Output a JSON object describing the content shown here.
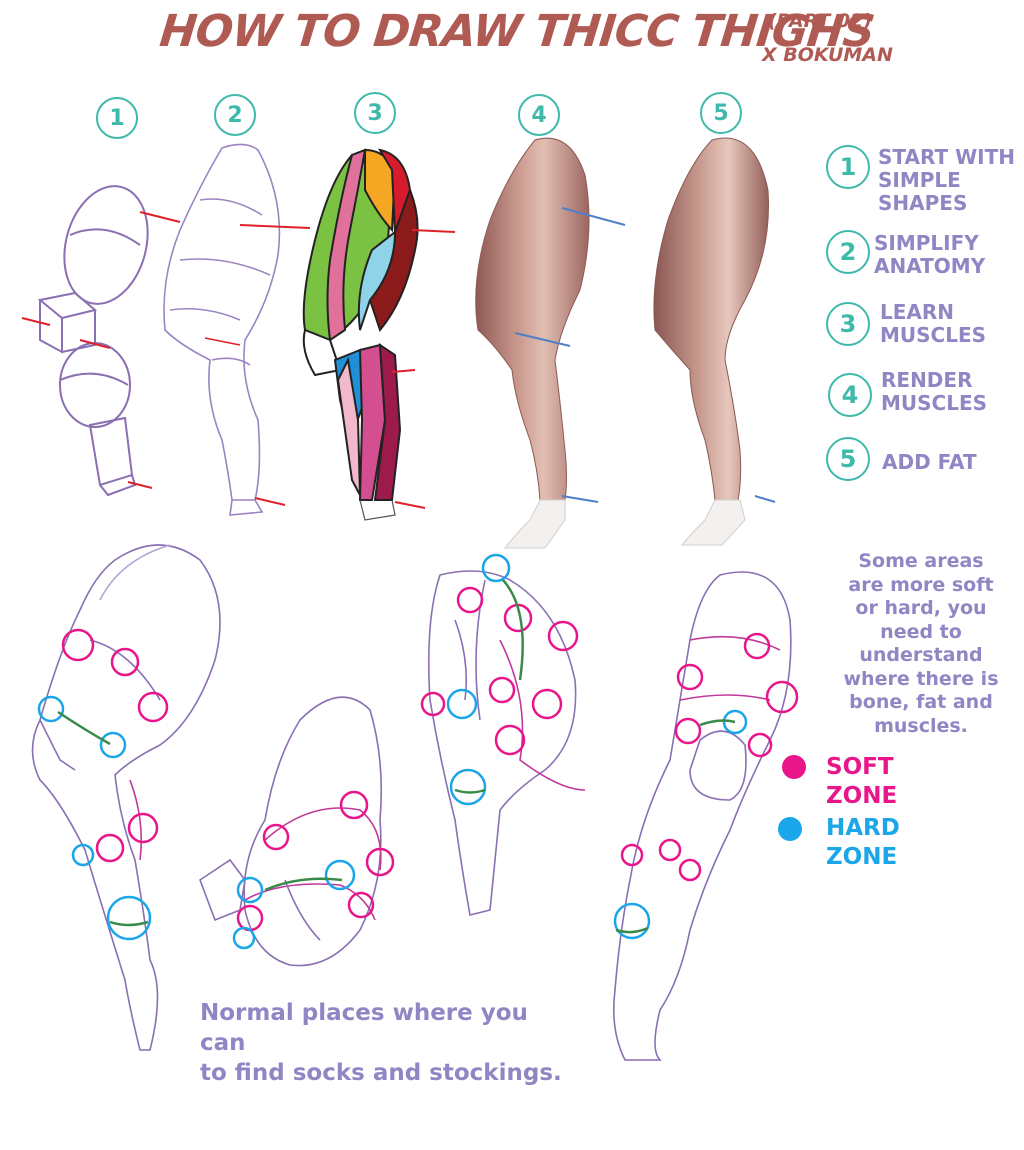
{
  "header": {
    "title": "HOW TO DRAW THICC THIGHS",
    "part": "(PART 02)",
    "author": "X BOKUMAN"
  },
  "top_numbers": [
    "1",
    "2",
    "3",
    "4",
    "5"
  ],
  "steps": [
    {
      "number": "1",
      "label": "START WITH\nSIMPLE\nSHAPES"
    },
    {
      "number": "2",
      "label": "SIMPLIFY\nANATOMY"
    },
    {
      "number": "3",
      "label": "LEARN\nMUSCLES"
    },
    {
      "number": "4",
      "label": "RENDER\nMUSCLES"
    },
    {
      "number": "5",
      "label": "ADD FAT"
    }
  ],
  "note": "Some areas\nare more soft\nor hard, you\nneed to\nunderstand\nwhere there is\nbone, fat and\nmuscles.",
  "legend": [
    {
      "label": "SOFT\nZONE",
      "color": "#e8168a"
    },
    {
      "label": "HARD\nZONE",
      "color": "#1aa6e8"
    }
  ],
  "caption": "Normal places where you can\nto find socks and stockings.",
  "colors": {
    "title": "#b05a54",
    "teal": "#3fb9a9",
    "lavender": "#8f86c4",
    "sketch": "#8a6fb3",
    "guide_red": "#e0202a",
    "guide_blue": "#4f7fc7",
    "band_green": "#3a8a4a"
  }
}
